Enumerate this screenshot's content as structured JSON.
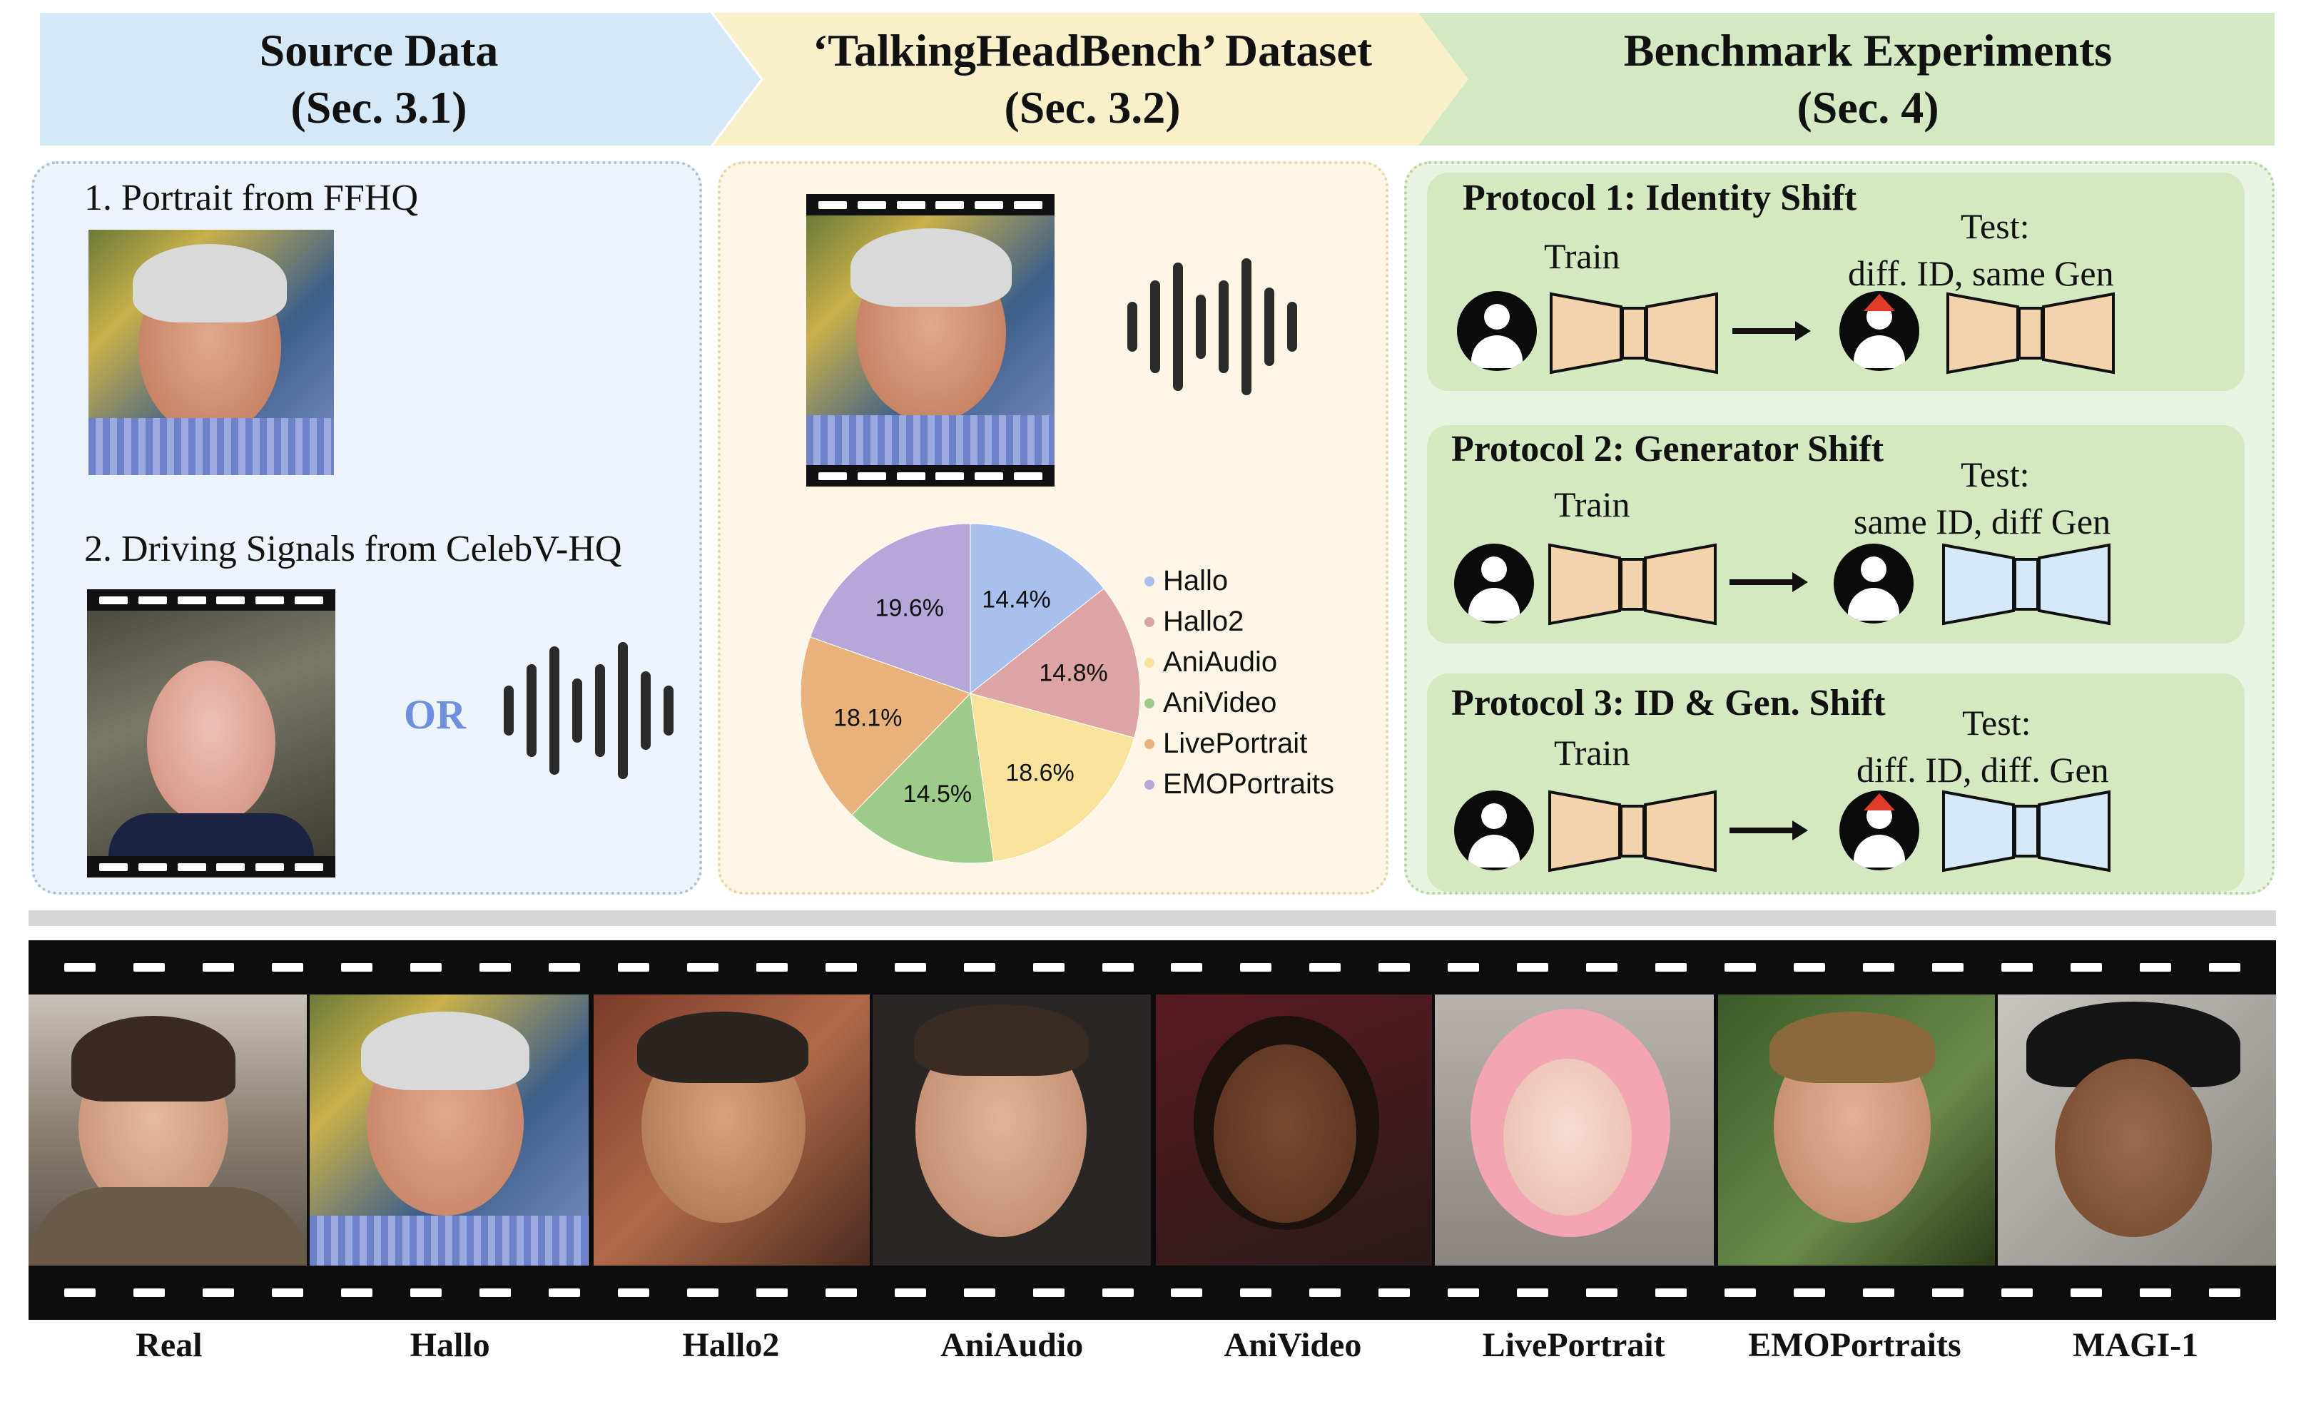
{
  "header": {
    "source_title": "Source Data",
    "source_sub": "(Sec. 3.1)",
    "dataset_title": "‘TalkingHeadBench’ Dataset",
    "dataset_sub": "(Sec. 3.2)",
    "bench_title": "Benchmark Experiments",
    "bench_sub": "(Sec. 4)"
  },
  "source": {
    "item1": "1. Portrait from FFHQ",
    "item2": "2. Driving Signals from CelebV-HQ",
    "or_label": "OR"
  },
  "protocols": [
    {
      "title": "Protocol 1: Identity Shift",
      "train": "Train",
      "test": "Test:",
      "test_detail": "diff. ID, same Gen"
    },
    {
      "title": "Protocol 2: Generator Shift",
      "train": "Train",
      "test": "Test:",
      "test_detail": "same ID, diff Gen"
    },
    {
      "title": "Protocol 3: ID & Gen. Shift",
      "train": "Train",
      "test": "Test:",
      "test_detail": "diff. ID, diff. Gen"
    }
  ],
  "colors": {
    "train_model": "#f3d3ab",
    "shift_model": "#d6e9f8",
    "hat": "#e23b2a"
  },
  "chart_data": {
    "type": "pie",
    "series": [
      {
        "name": "Hallo",
        "value": 14.4,
        "label": "14.4%",
        "color": "#a9c0ee"
      },
      {
        "name": "Hallo2",
        "value": 14.8,
        "label": "14.8%",
        "color": "#dea3a3"
      },
      {
        "name": "AniAudio",
        "value": 18.6,
        "label": "18.6%",
        "color": "#f7e39c"
      },
      {
        "name": "AniVideo",
        "value": 14.5,
        "label": "14.5%",
        "color": "#9fcb8a"
      },
      {
        "name": "LivePortrait",
        "value": 18.1,
        "label": "18.1%",
        "color": "#e9b27a"
      },
      {
        "name": "EMOPortraits",
        "value": 19.6,
        "label": "19.6%",
        "color": "#b7a6da"
      }
    ],
    "legend_position": "right"
  },
  "strip_labels": [
    "Real",
    "Hallo",
    "Hallo2",
    "AniAudio",
    "AniVideo",
    "LivePortrait",
    "EMOPortraits",
    "MAGI-1"
  ]
}
